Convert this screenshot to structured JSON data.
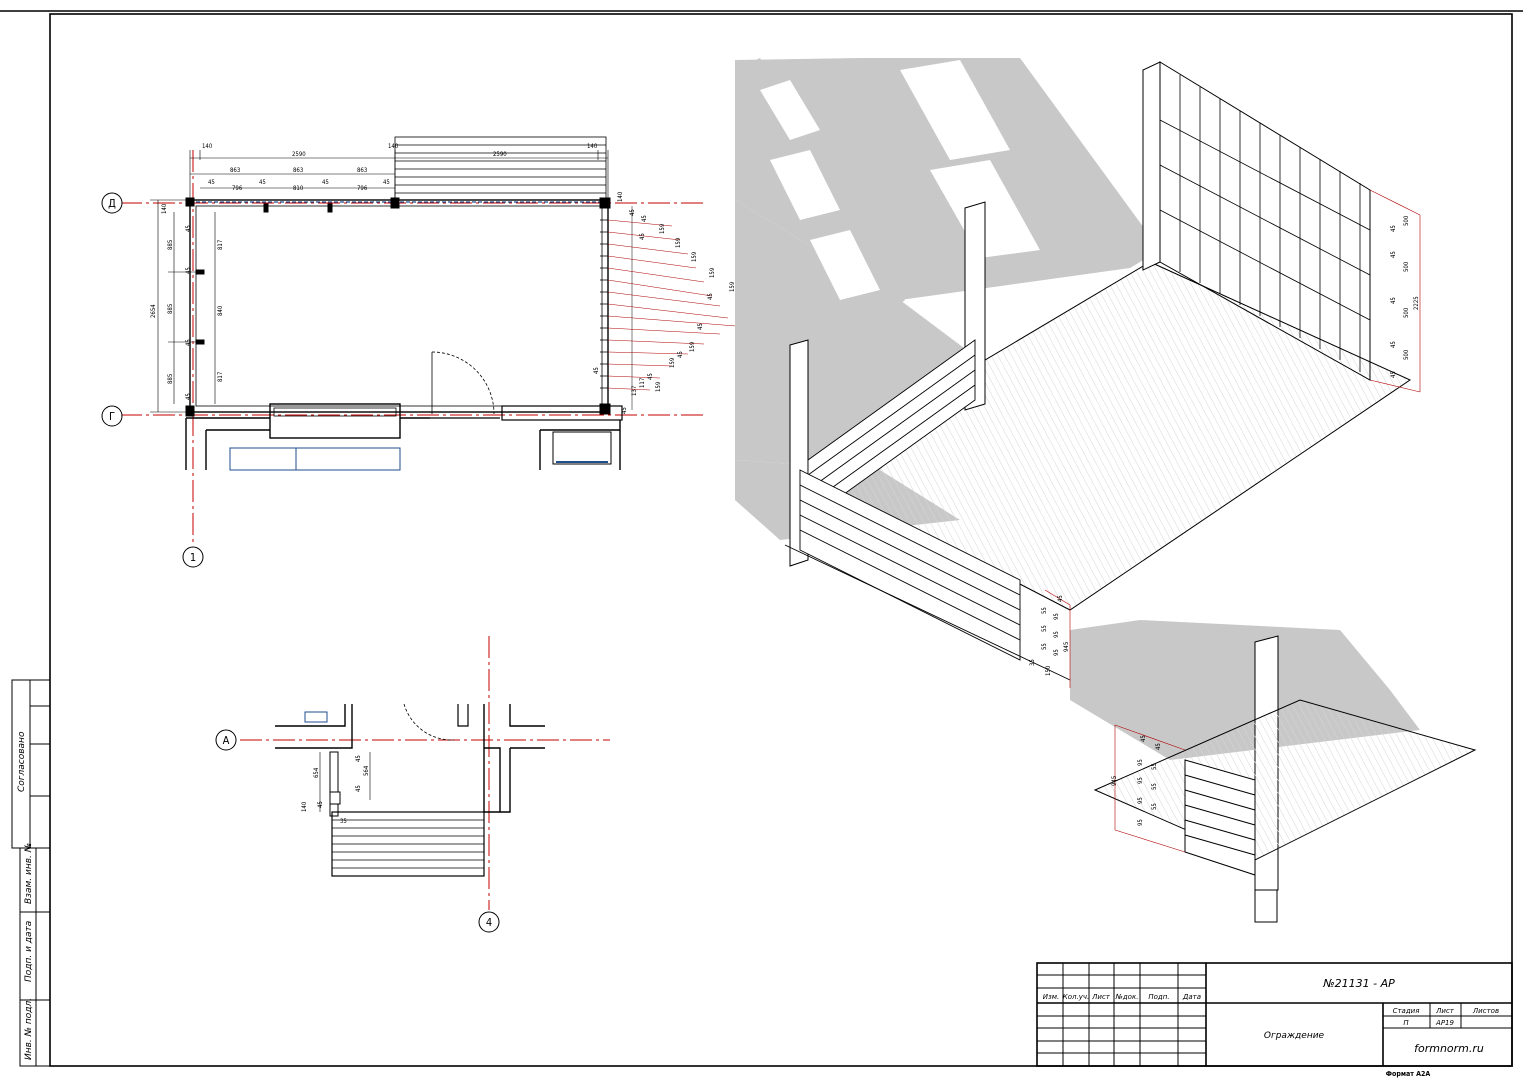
{
  "axes": {
    "D": "Д",
    "G": "Г",
    "one": "1",
    "A": "А",
    "four": "4"
  },
  "plan_dims": {
    "top": [
      "140",
      "2590",
      "140",
      "2590",
      "140"
    ],
    "top_sub": [
      "863",
      "863",
      "863",
      "45",
      "796",
      "810",
      "796",
      "45",
      "45",
      "45"
    ],
    "left": [
      "140",
      "2654",
      "885",
      "885",
      "885",
      "45",
      "45",
      "45",
      "45",
      "817",
      "840",
      "817"
    ],
    "right": [
      "140",
      "45",
      "45",
      "159",
      "159",
      "159",
      "159",
      "159",
      "159",
      "159",
      "159",
      "159",
      "159",
      "45",
      "45",
      "45",
      "45",
      "45",
      "45",
      "45",
      "137",
      "117",
      "45",
      "45"
    ]
  },
  "lower_dims": [
    "654",
    "564",
    "45",
    "140",
    "45",
    "45",
    "35"
  ],
  "iso_dims": {
    "trellis": [
      "45",
      "500",
      "45",
      "500",
      "45",
      "500",
      "45",
      "500",
      "45",
      "2225"
    ],
    "rail": [
      "45",
      "55",
      "55",
      "55",
      "95",
      "95",
      "95",
      "945",
      "35",
      "150"
    ],
    "small": [
      "45",
      "95",
      "95",
      "95",
      "95",
      "45",
      "55",
      "55",
      "55",
      "945"
    ]
  },
  "side_stamp": {
    "agreed": "Согласовано",
    "vzam": "Взам. инв. №",
    "podp": "Подп. и дата",
    "inv": "Инв. № подл."
  },
  "title_block": {
    "doc_number": "№21131 - АР",
    "headers": [
      "Изм.",
      "Кол.уч.",
      "Лист",
      "№док.",
      "Подп.",
      "Дата"
    ],
    "sheet_title": "Ограждение",
    "stage_label": "Стадия",
    "sheet_label": "Лист",
    "sheets_label": "Листов",
    "stage_value": "П",
    "sheet_value": "АР19",
    "sheets_value": "",
    "company": "formnorm.ru"
  },
  "format_label": "Формат А2А",
  "colors": {
    "axis_red": "#c40000",
    "dim_red": "#b00000",
    "line": "#000000",
    "shadow": "#c8c8c8",
    "blue": "#1f4e8c"
  }
}
